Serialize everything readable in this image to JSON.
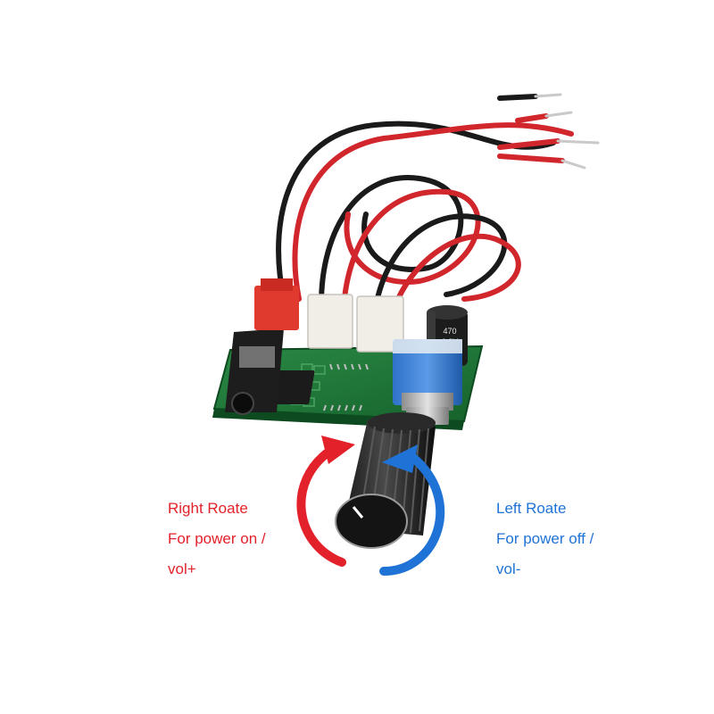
{
  "right_rotate": {
    "title": "Right Roate",
    "line1": "For power on /",
    "line2": "vol+"
  },
  "left_rotate": {
    "title": "Left Roate",
    "line1": "For power off /",
    "line2": "vol-"
  },
  "capacitor": {
    "line1": "470",
    "line2": "6.3V"
  },
  "colors": {
    "right_accent": "#e3212a",
    "left_accent": "#1f73d6",
    "pcb": "#1f7a3a",
    "wire_red": "#d0262c",
    "wire_black": "#1a1a1a"
  }
}
